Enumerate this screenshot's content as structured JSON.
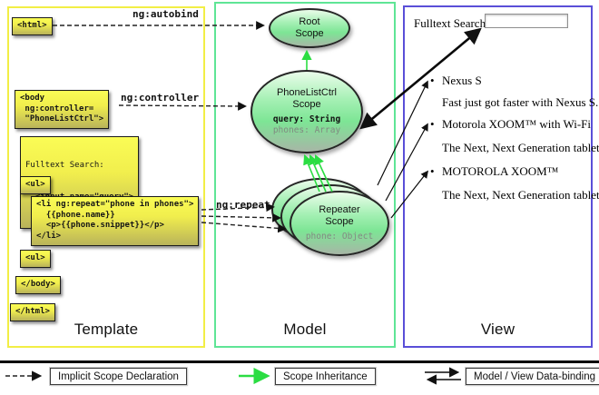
{
  "columns": {
    "template_title": "Template",
    "model_title": "Model",
    "view_title": "View"
  },
  "arrow_labels": {
    "autobind": "ng:autobind",
    "controller": "ng:controller",
    "repeat": "ng:repeat"
  },
  "template_code": {
    "html_open": "<html>",
    "body_open": "<body\n ng:controller=\n \"PhoneListCtrl\">",
    "fulltext_label": "Fulltext Search:",
    "fulltext_input": "  <input name=\"query\">",
    "ul_open": "<ul>",
    "li_repeat": "<li ng:repeat=\"phone in phones\">\n  {{phone.name}}\n  <p>{{phone.snippet}}</p>\n</li>",
    "ul_close": "<ul>",
    "body_close": "</body>",
    "html_close": "</html>"
  },
  "scopes": {
    "root": {
      "name": "Root\nScope"
    },
    "phonelist": {
      "name": "PhoneListCtrl\nScope",
      "prop_query": "query: String",
      "prop_phones": "phones: Array"
    },
    "repeater": {
      "name": "Repeater\nScope",
      "prop_phone": "phone: Object"
    }
  },
  "view": {
    "search_label": "Fulltext Search:",
    "items": [
      {
        "title": "Nexus S",
        "desc": "Fast just got faster with Nexus S."
      },
      {
        "title": "Motorola XOOM™ with Wi-Fi",
        "desc": "The Next, Next Generation tablet."
      },
      {
        "title": "MOTOROLA XOOM™",
        "desc": "The Next, Next Generation tablet."
      }
    ]
  },
  "legend": {
    "implicit": "Implicit Scope Declaration",
    "inheritance": "Scope Inheritance",
    "databinding": "Model / View Data-binding"
  },
  "colors": {
    "template_border": "#f2ee45",
    "model_border": "#5fe596",
    "view_border": "#5a4fd8",
    "green_arrow": "#2bdd42",
    "box_yellow_top": "#fafc55",
    "box_yellow_bottom": "#b9b35a"
  }
}
